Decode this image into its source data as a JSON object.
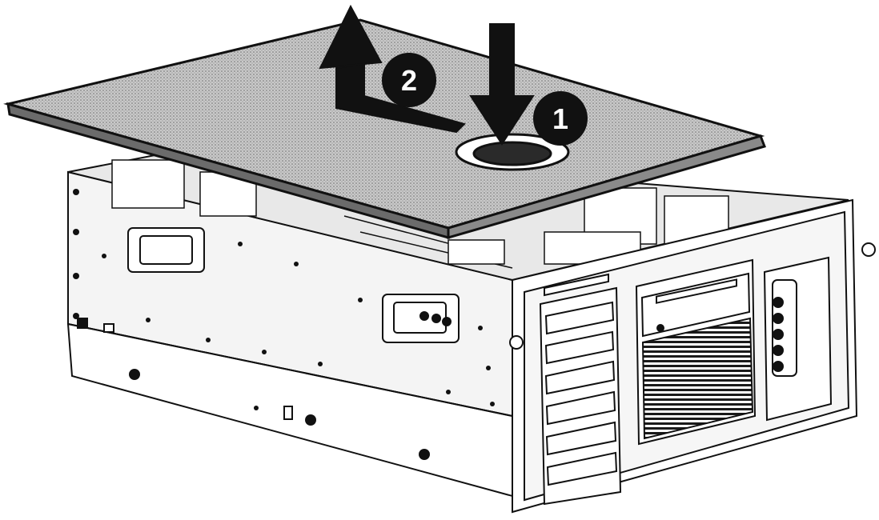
{
  "callouts": [
    {
      "id": "step-1",
      "label": "1"
    },
    {
      "id": "step-2",
      "label": "2"
    }
  ],
  "colors": {
    "ink": "#111111",
    "paper": "#ffffff",
    "cover_fill": "#bdbdbd",
    "panel_fill": "#f2f2f2",
    "dark_fill": "#2a2a2a"
  }
}
